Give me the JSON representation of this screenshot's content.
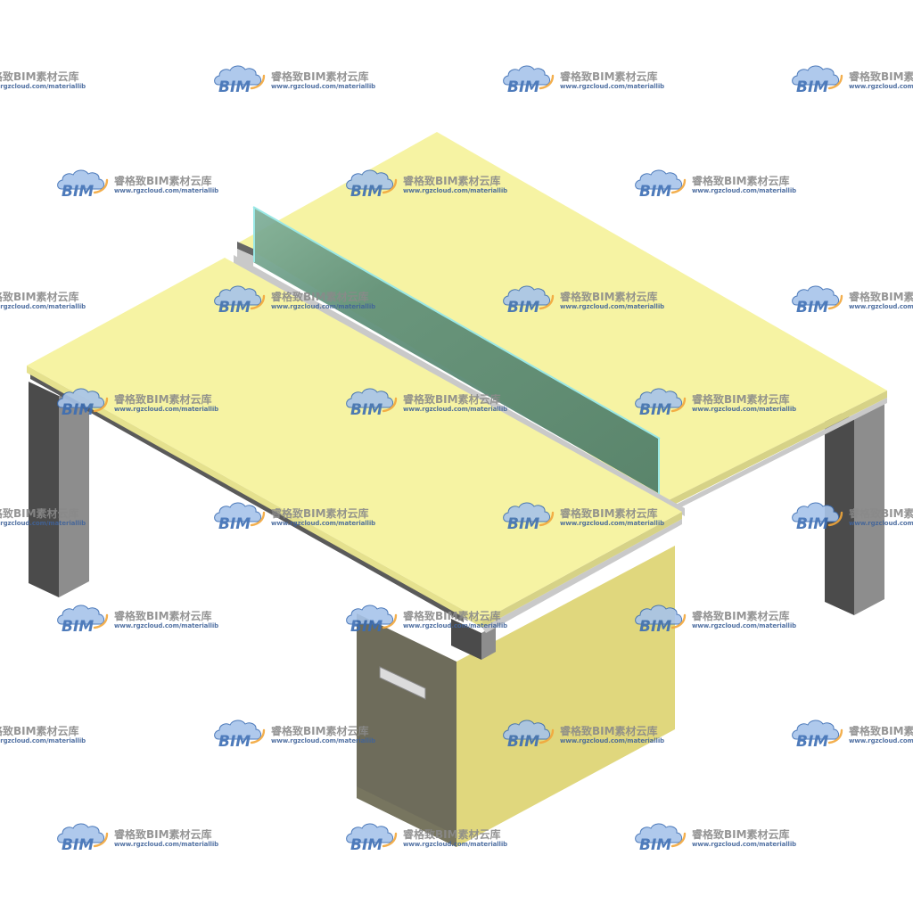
{
  "watermark": {
    "logo_text": "BIM",
    "brand_text": "睿格致BIM素材云库",
    "url": "www.rgzcloud.com/materiallib"
  },
  "colors": {
    "tabletop": "#f6f3a3",
    "tabletop_edge": "#e5e18e",
    "tabletop_edge_side": "#d6d287",
    "trim_gray": "#c9c9c9",
    "frame_dark": "#5a5a5a",
    "leg_dark": "#4b4b4b",
    "leg_light": "#8d8d8d",
    "cabinet_front": "#6e6c5b",
    "cabinet_side": "#e0d77d",
    "handle": "#dcdcdc",
    "partition_edge": "#9ae8e6",
    "logo_blue": "#3b6db4",
    "logo_cloud": "#a7c4ea",
    "logo_accent": "#f2a73b",
    "watermark_text": "#8a8a8a",
    "watermark_url": "#40639a"
  }
}
